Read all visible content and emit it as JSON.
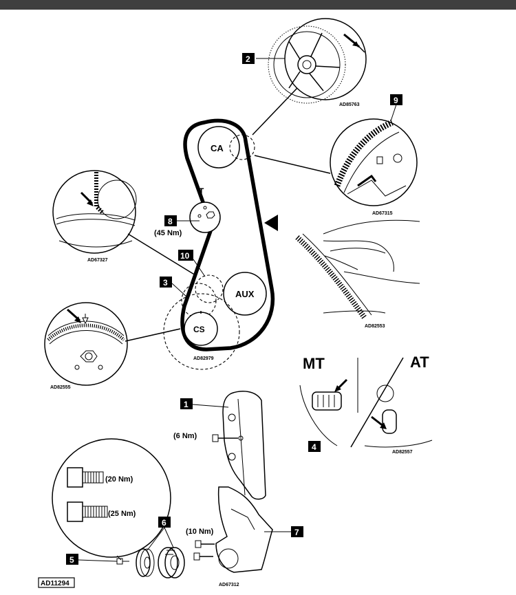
{
  "pulleys": {
    "camshaft": "CA",
    "tensioner": "T",
    "auxiliary": "AUX",
    "crankshaft": "CS"
  },
  "callouts": {
    "c1": "1",
    "c2": "2",
    "c3": "3",
    "c4": "4",
    "c5": "5",
    "c6": "6",
    "c7": "7",
    "c8": "8",
    "c9": "9",
    "c10": "10"
  },
  "torques": {
    "tensioner": "(45 Nm)",
    "cover_bolt": "(6 Nm)",
    "bracket_bolt": "(10 Nm)",
    "bolt_short": "(20 Nm)",
    "bolt_long": "(25 Nm)"
  },
  "transmission": {
    "manual": "MT",
    "automatic": "AT"
  },
  "figure_codes": {
    "camshaft_detail": "AD85763",
    "cam_mark_detail": "AD67315",
    "tensioner_detail": "AD67327",
    "belt_hand": "AD82553",
    "crank_pulley_detail": "AD82555",
    "crank_area": "AD82979",
    "flywheel_marks": "AD82557",
    "covers": "AD67312",
    "main": "AD11294"
  }
}
